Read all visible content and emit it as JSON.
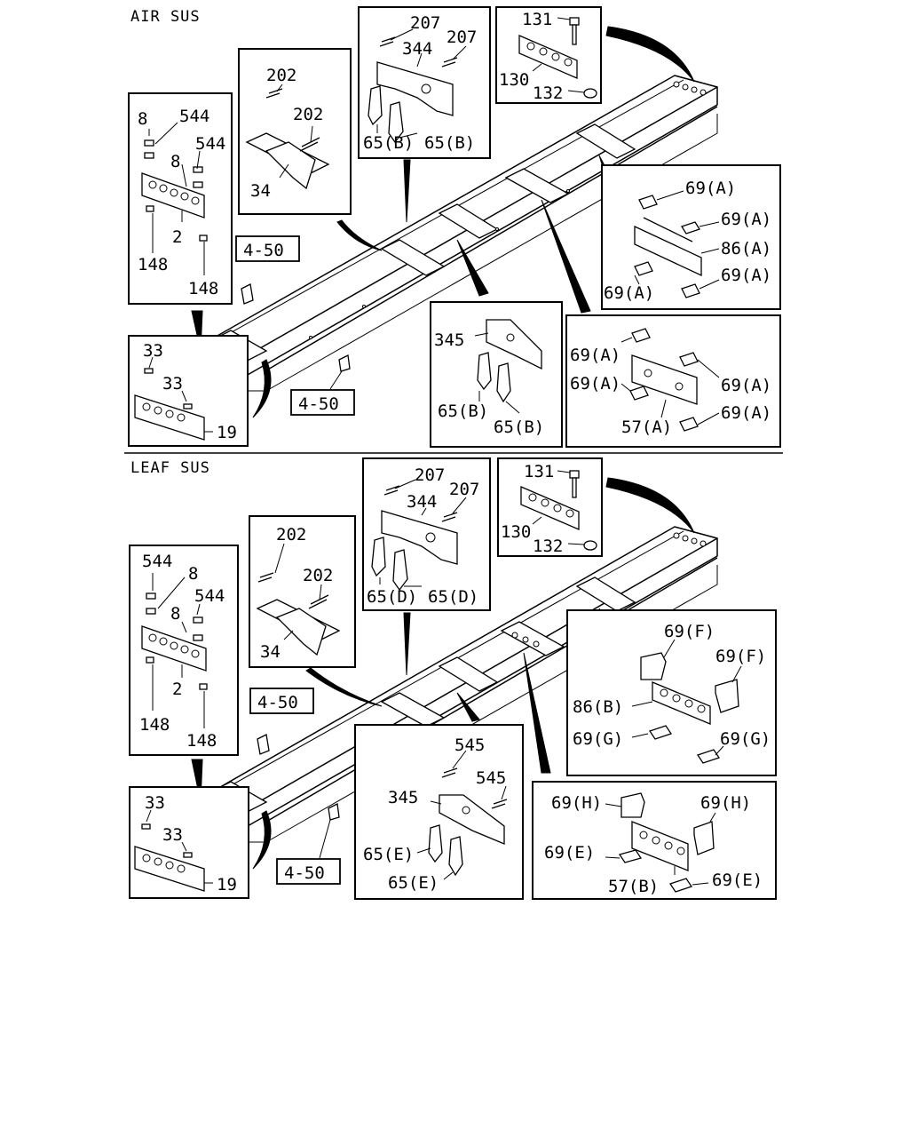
{
  "sections": [
    {
      "title": "AIR SUS",
      "callouts": [
        "202",
        "202",
        "34",
        "8",
        "544",
        "544",
        "8",
        "2",
        "148",
        "148",
        "4-50",
        "33",
        "33",
        "19",
        "4-50",
        "207",
        "344",
        "207",
        "65(B)",
        "65(B)",
        "131",
        "130",
        "132",
        "69(A)",
        "69(A)",
        "86(A)",
        "69(A)",
        "69(A)",
        "345",
        "65(B)",
        "65(B)",
        "69(A)",
        "69(A)",
        "69(A)",
        "69(A)",
        "57(A)"
      ]
    },
    {
      "title": "LEAF SUS",
      "callouts": [
        "202",
        "202",
        "34",
        "544",
        "8",
        "544",
        "8",
        "2",
        "148",
        "148",
        "4-50",
        "33",
        "33",
        "19",
        "4-50",
        "207",
        "344",
        "207",
        "65(D)",
        "65(D)",
        "131",
        "130",
        "132",
        "69(F)",
        "69(F)",
        "86(B)",
        "69(G)",
        "69(G)",
        "545",
        "545",
        "345",
        "65(E)",
        "65(E)",
        "69(H)",
        "69(H)",
        "69(E)",
        "57(B)",
        "69(E)"
      ]
    }
  ]
}
